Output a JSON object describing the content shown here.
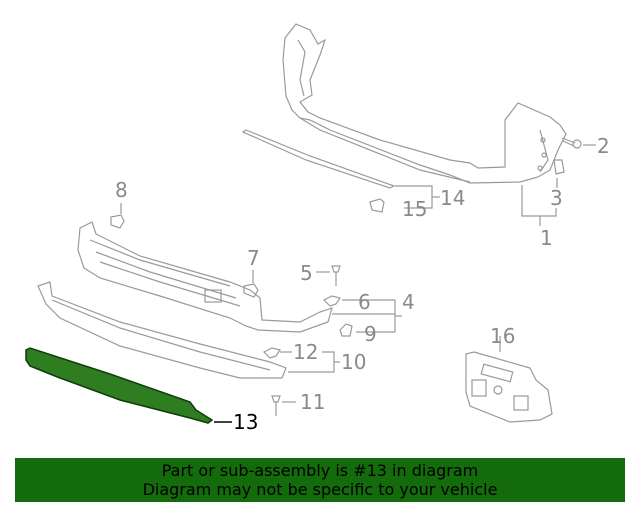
{
  "diagram": {
    "highlighted_part": "13",
    "highlight_color": "#2e7d21",
    "line_color": "#8a8a8a",
    "callouts": [
      {
        "id": "c1",
        "label": "1"
      },
      {
        "id": "c2",
        "label": "2"
      },
      {
        "id": "c3",
        "label": "3"
      },
      {
        "id": "c4",
        "label": "4"
      },
      {
        "id": "c5",
        "label": "5"
      },
      {
        "id": "c6",
        "label": "6"
      },
      {
        "id": "c7",
        "label": "7"
      },
      {
        "id": "c8",
        "label": "8"
      },
      {
        "id": "c9",
        "label": "9"
      },
      {
        "id": "c10",
        "label": "10"
      },
      {
        "id": "c11",
        "label": "11"
      },
      {
        "id": "c12",
        "label": "12"
      },
      {
        "id": "c13",
        "label": "13"
      },
      {
        "id": "c14",
        "label": "14"
      },
      {
        "id": "c15",
        "label": "15"
      },
      {
        "id": "c16",
        "label": "16"
      }
    ]
  },
  "banner": {
    "line1": "Part or sub-assembly is #13 in diagram",
    "line2": "Diagram may not be specific to your vehicle",
    "background": "#136b0c"
  }
}
